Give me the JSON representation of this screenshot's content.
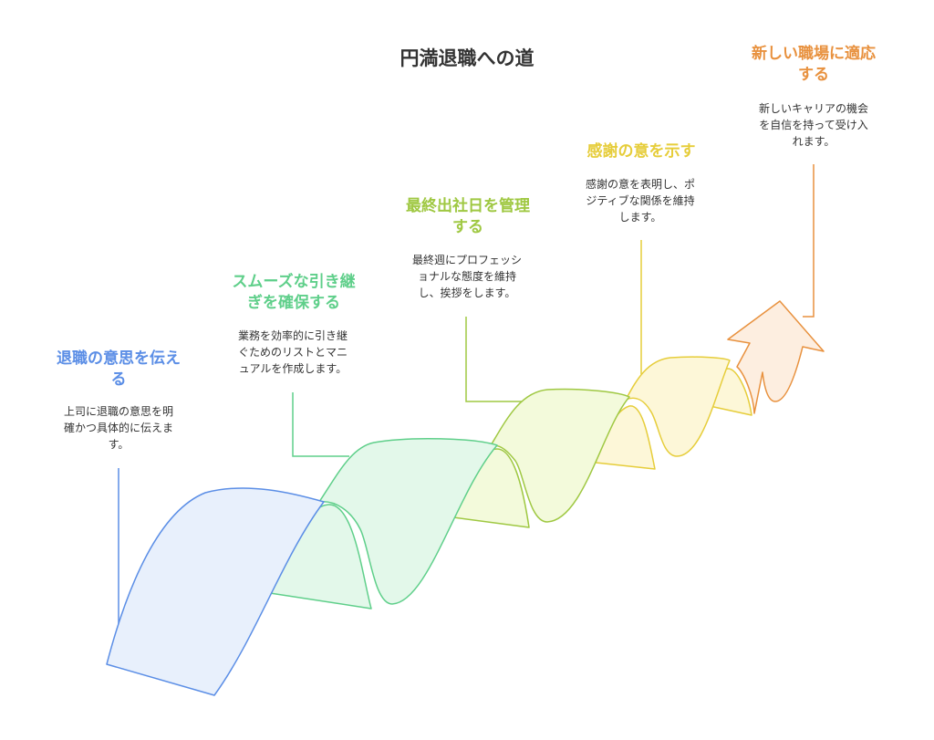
{
  "title": "円満退職への道",
  "colors": {
    "blue": "#5b8ee6",
    "green": "#5fcf8a",
    "lime": "#9fc842",
    "yellow": "#e6cd3a",
    "orange": "#e8913e"
  },
  "steps": [
    {
      "title": "退職の意思を伝える",
      "title_lines": [
        "退職の意思を伝え",
        "る"
      ],
      "desc_lines": [
        "上司に退職の意思を明",
        "確かつ具体的に伝えま",
        "す。"
      ]
    },
    {
      "title": "スムーズな引き継ぎを確保する",
      "title_lines": [
        "スムーズな引き継",
        "ぎを確保する"
      ],
      "desc_lines": [
        "業務を効率的に引き継",
        "ぐためのリストとマニ",
        "ュアルを作成します。"
      ]
    },
    {
      "title": "最終出社日を管理する",
      "title_lines": [
        "最終出社日を管理",
        "する"
      ],
      "desc_lines": [
        "最終週にプロフェッシ",
        "ョナルな態度を維持",
        "し、挨拶をします。"
      ]
    },
    {
      "title": "感謝の意を示す",
      "title_lines": [
        "感謝の意を示す"
      ],
      "desc_lines": [
        "感謝の意を表明し、ポ",
        "ジティブな関係を維持",
        "します。"
      ]
    },
    {
      "title": "新しい職場に適応する",
      "title_lines": [
        "新しい職場に適応",
        "する"
      ],
      "desc_lines": [
        "新しいキャリアの機会",
        "を自信を持って受け入",
        "れます。"
      ]
    }
  ]
}
